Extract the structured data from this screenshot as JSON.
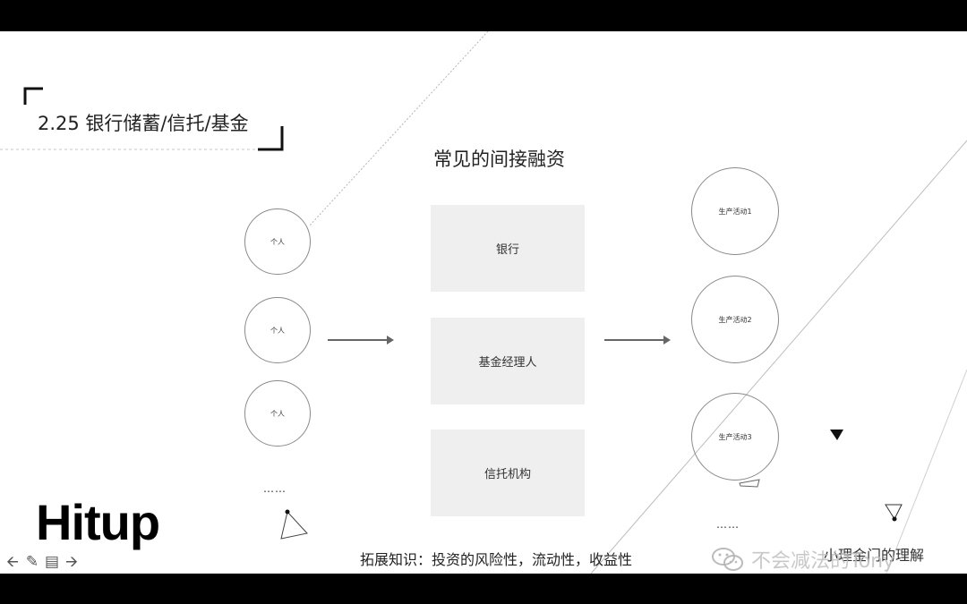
{
  "slide": {
    "section_title": "2.25 银行储蓄/信托/基金",
    "main_title": "常见的间接融资",
    "individuals": [
      {
        "label": "个人"
      },
      {
        "label": "个人"
      },
      {
        "label": "个人"
      }
    ],
    "individuals_more": "……",
    "institutions": [
      {
        "label": "银行"
      },
      {
        "label": "基金经理人"
      },
      {
        "label": "信托机构"
      }
    ],
    "activities": [
      {
        "label": "生产活动1"
      },
      {
        "label": "生产活动2"
      },
      {
        "label": "生产活动3"
      }
    ],
    "activities_more": "……",
    "extension_note": "拓展知识：投资的风险性，流动性，收益性",
    "partial_text": "小理金门的理解",
    "logo": "Hitup"
  },
  "watermark": {
    "text": "不会减法的Tony",
    "icon": "wechat-icon"
  },
  "nav": {
    "icons": [
      "arrow-left-icon",
      "pencil-icon",
      "menu-icon",
      "arrow-right-icon"
    ]
  }
}
